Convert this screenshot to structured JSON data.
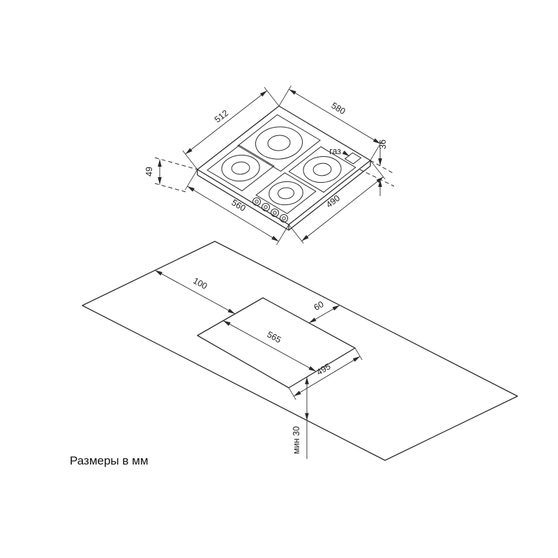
{
  "caption": "Размеры в мм",
  "hob_view": {
    "labels": {
      "depth_top": "512",
      "width_top": "580",
      "body_height": "36",
      "gas_connection": "газ",
      "total_height": "49",
      "width_bottom": "560",
      "depth_bottom": "490"
    }
  },
  "cutout_view": {
    "labels": {
      "offset_left": "100",
      "offset_back": "60",
      "cutout_width": "565",
      "cutout_depth": "495",
      "min_front_distance": "мин 30"
    }
  },
  "colors": {
    "line": "#2a2a2a",
    "text": "#1e1e1e",
    "background": "#ffffff"
  }
}
